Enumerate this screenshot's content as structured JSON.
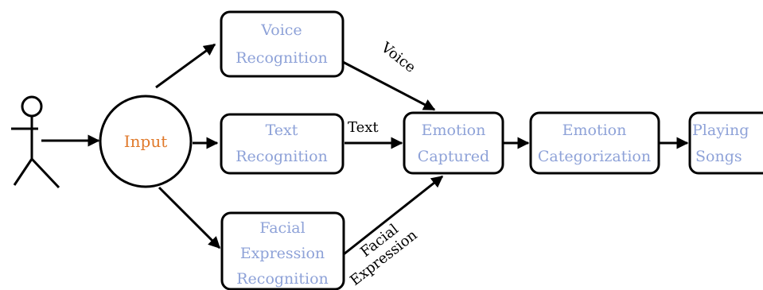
{
  "colors": {
    "node_text": "#8ea2d8",
    "input_text": "#e07a2c",
    "stroke": "#000000"
  },
  "nodes": {
    "input": "Input",
    "voice_recognition": [
      "Voice",
      "Recognition"
    ],
    "text_recognition": [
      "Text",
      "Recognition"
    ],
    "facial_recognition": [
      "Facial",
      "Expression",
      "Recognition"
    ],
    "emotion_captured": [
      "Emotion",
      "Captured"
    ],
    "emotion_categorization": [
      "Emotion",
      "Categorization"
    ],
    "playing_songs": [
      "Playing",
      "Songs"
    ]
  },
  "edge_labels": {
    "voice": "Voice",
    "text": "Text",
    "facial": [
      "Facial",
      "Expression"
    ]
  }
}
